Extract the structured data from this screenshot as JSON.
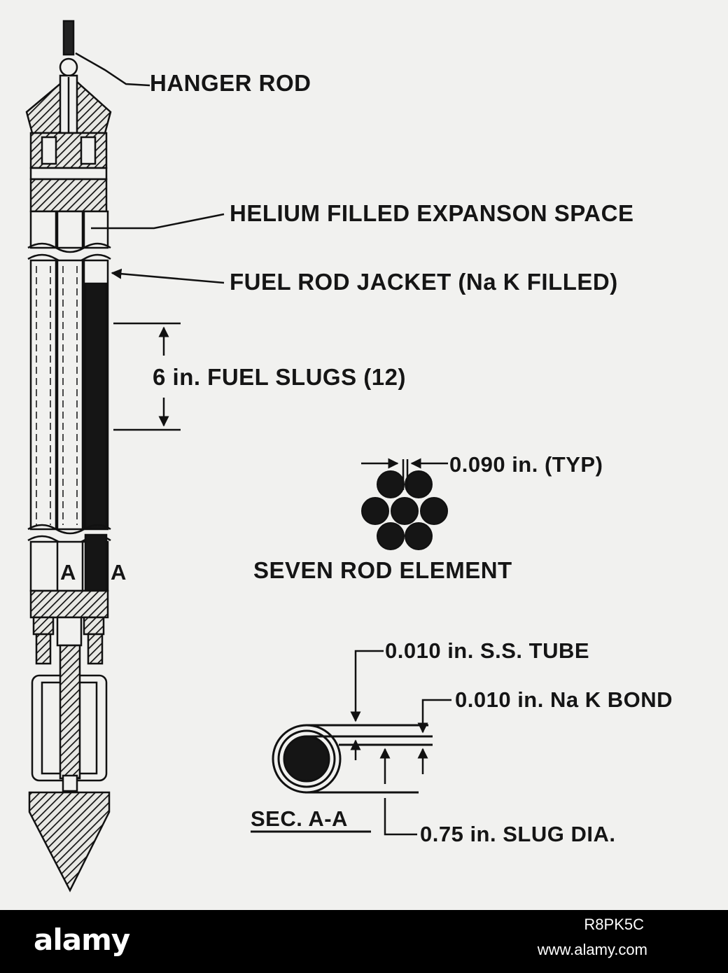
{
  "labels": {
    "hanger_rod": "HANGER ROD",
    "helium_space": "HELIUM FILLED EXPANSON SPACE",
    "fuel_rod_jacket": "FUEL ROD JACKET (Na K FILLED)",
    "fuel_slugs": "6 in. FUEL SLUGS (12)",
    "typ_dim": "0.090 in. (TYP)",
    "seven_rod": "SEVEN ROD ELEMENT",
    "ss_tube": "0.010 in. S.S. TUBE",
    "nak_bond": "0.010 in. Na K BOND",
    "section": "SEC. A-A",
    "slug_dia": "0.75 in. SLUG DIA.",
    "section_mark_left": "A",
    "section_mark_right": "A"
  },
  "footer": {
    "brand": "alamy",
    "image_id": "R8PK5C",
    "site": "www.alamy.com"
  },
  "colors": {
    "paper": "#f1f1ef",
    "ink": "#151515",
    "footer_bg": "#000000",
    "footer_text": "#ffffff"
  }
}
